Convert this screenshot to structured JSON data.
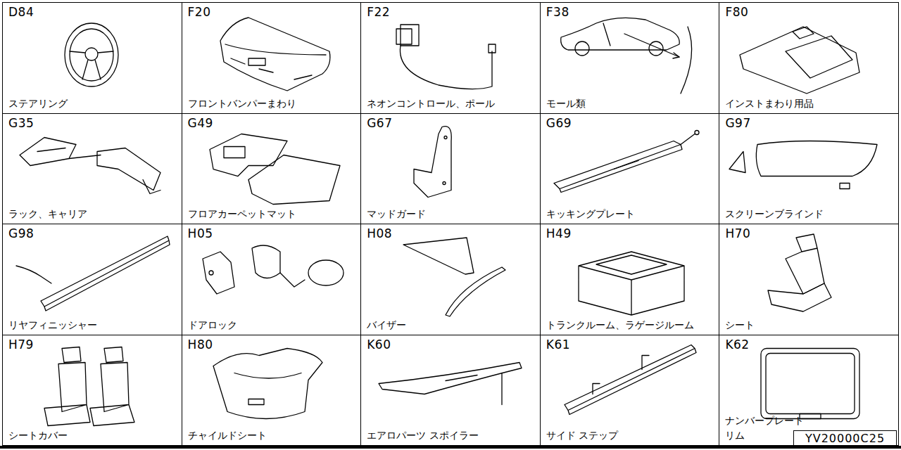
{
  "diagram": {
    "nodes": [
      {
        "text": [
          "D84",
          "ステアリング"
        ]
      },
      {
        "text": [
          "F20",
          "フロントバンパーまわり"
        ]
      },
      {
        "text": [
          "F22",
          "ネオンコントロール、ポール"
        ]
      },
      {
        "text": [
          "F38",
          "モール類"
        ]
      },
      {
        "text": [
          "F80",
          "インストまわり用品"
        ]
      },
      {
        "text": [
          "G35",
          "ラック、キャリア"
        ]
      },
      {
        "text": [
          "G49",
          "フロアカーペットマット"
        ]
      },
      {
        "text": [
          "G67",
          "マッドガード"
        ]
      },
      {
        "text": [
          "G69",
          "キッキングプレート"
        ]
      },
      {
        "text": [
          "G97",
          "スクリーンブラインド"
        ]
      },
      {
        "text": [
          "G98",
          "リヤフィニッシャー"
        ]
      },
      {
        "text": [
          "H05",
          "ドアロック"
        ]
      },
      {
        "text": [
          "H08",
          "バイザー"
        ]
      },
      {
        "text": [
          "H49",
          "トランクルーム、ラゲージルーム"
        ]
      },
      {
        "text": [
          "H70",
          "シート"
        ]
      },
      {
        "text": [
          "H79",
          "シートカバー"
        ]
      },
      {
        "text": [
          "H80",
          "チャイルドシート"
        ]
      },
      {
        "text": [
          "K60",
          "エアロパーツ スポイラー"
        ]
      },
      {
        "text": [
          "K61",
          "サイド ステップ"
        ]
      },
      {
        "text": [
          "K62",
          "ナンバープレート リム"
        ]
      },
      {
        "text": [
          "YV20000C25"
        ]
      }
    ]
  }
}
